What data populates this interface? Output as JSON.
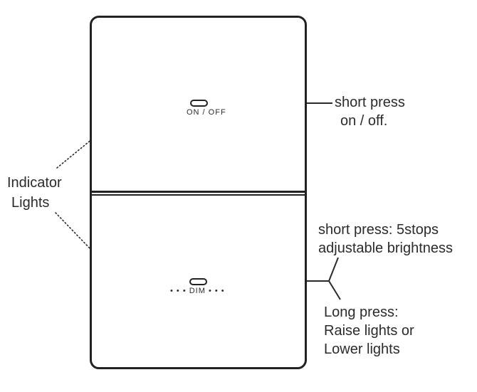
{
  "diagram": {
    "panel": {
      "on_off_button_label": "ON / OFF",
      "dim_button_label": "• • • DIM • • •"
    },
    "labels": {
      "indicator_lights": {
        "line1": "Indicator",
        "line2": "Lights"
      },
      "short_press_on_off": {
        "line1": "short press",
        "line2": "on / off."
      },
      "brightness": {
        "line1": "short press: 5stops",
        "line2": "adjustable brightness"
      },
      "long_press": {
        "line1": "Long press:",
        "line2": "Raise lights or",
        "line3": "Lower lights"
      }
    },
    "colors": {
      "line": "#2a2a2a",
      "text": "#2b2b2b",
      "background": "#ffffff"
    }
  }
}
